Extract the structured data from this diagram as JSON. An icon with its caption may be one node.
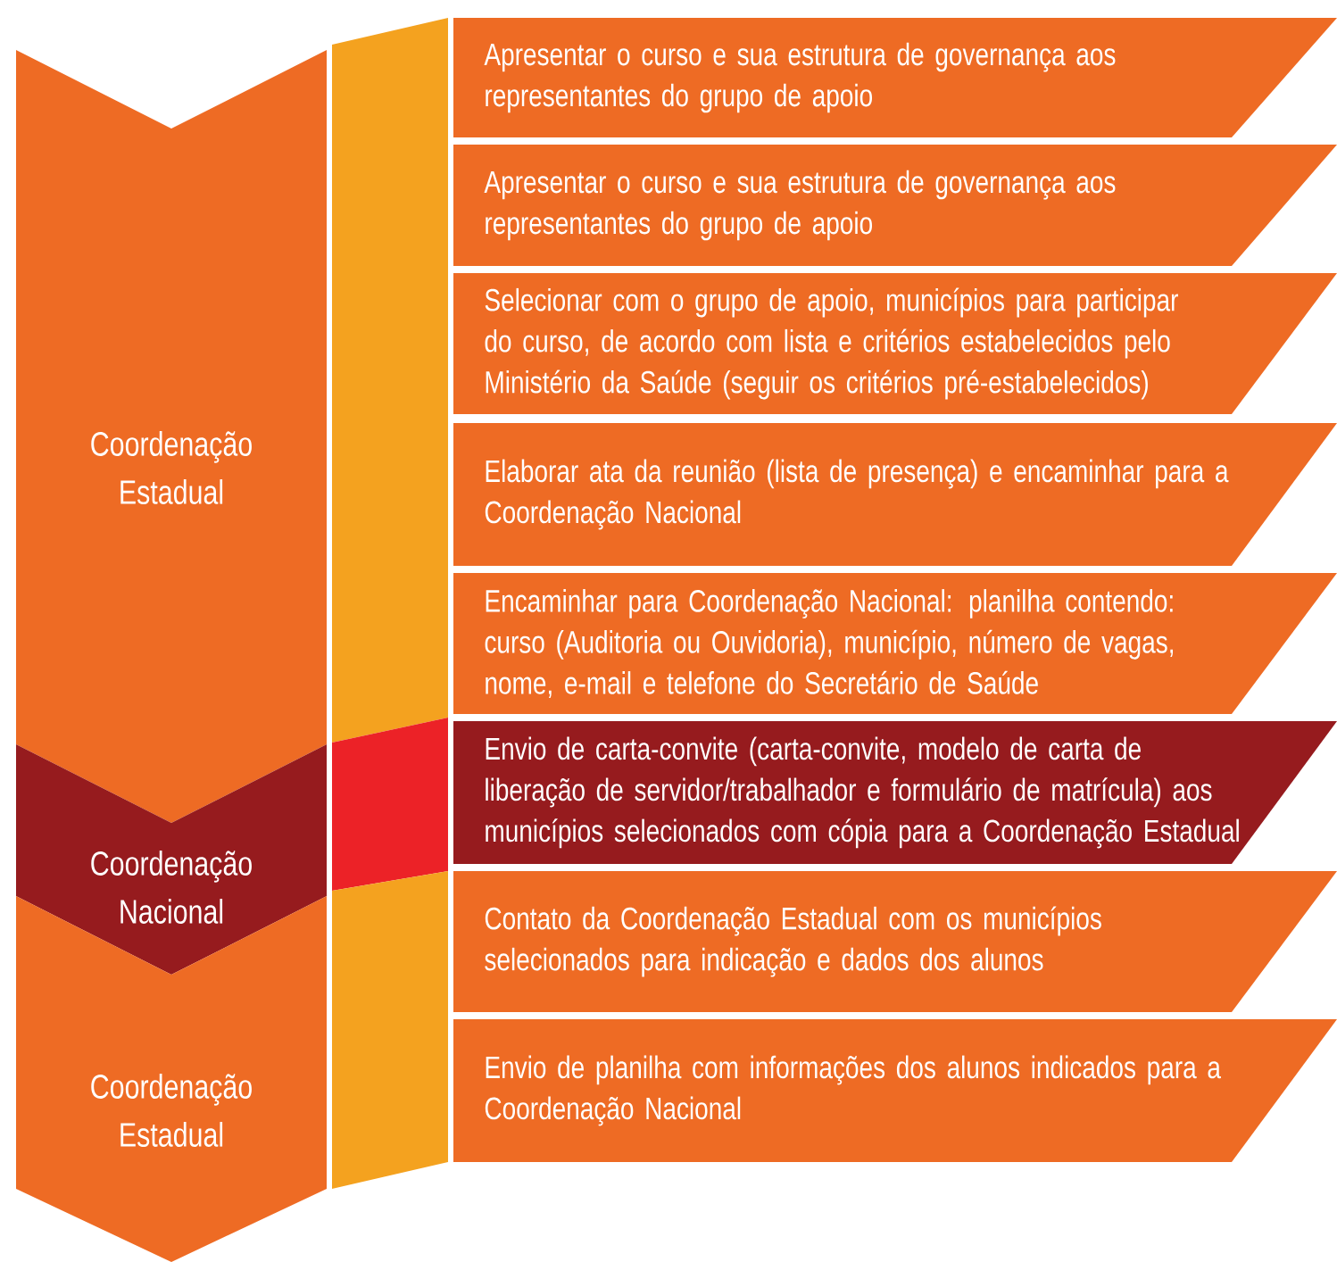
{
  "diagram": {
    "nodes": [
      {
        "text": [
          "Coordenação Estadual"
        ]
      },
      {
        "text": [
          "Coordenação Nacional"
        ]
      },
      {
        "text": [
          "Coordenação Estadual"
        ]
      },
      {
        "text": [],
        "shape": "bar"
      },
      {
        "text": [],
        "shape": "bar"
      },
      {
        "text": [],
        "shape": "bar"
      },
      {
        "text": [
          "Apresentar o curso e sua estrutura de governança aos representantes do grupo de apoio"
        ]
      },
      {
        "text": [
          "Apresentar o curso e sua estrutura de governança aos representantes do grupo de apoio"
        ]
      },
      {
        "text": [
          "Selecionar com o grupo de apoio, municípios para participar do curso, de acordo com lista e critérios estabelecidos pelo Ministério da Saúde (seguir os critérios pré-estabelecidos)"
        ]
      },
      {
        "text": [
          "Elaborar ata da reunião (lista de presença) e encaminhar para a Coordenação Nacional"
        ]
      },
      {
        "text": [
          "Encaminhar para Coordenação Nacional: planilha contendo: curso (Auditoria ou Ouvidoria), município, número de vagas, nome, e-mail e telefone do Secretário de Saúde"
        ]
      },
      {
        "text": [
          "Envio de carta-convite (carta-convite, modelo de carta de liberação de servidor/trabalhador e formulário de matrícula) aos municípios selecionados com cópia para a Coordenação Estadual"
        ]
      },
      {
        "text": [
          "Contato da Coordenação Estadual com os municípios selecionados para indicação e dados dos alunos"
        ]
      },
      {
        "text": [
          "Envio de planilha com informações dos alunos indicados para a Coordenação Nacional"
        ]
      }
    ]
  }
}
